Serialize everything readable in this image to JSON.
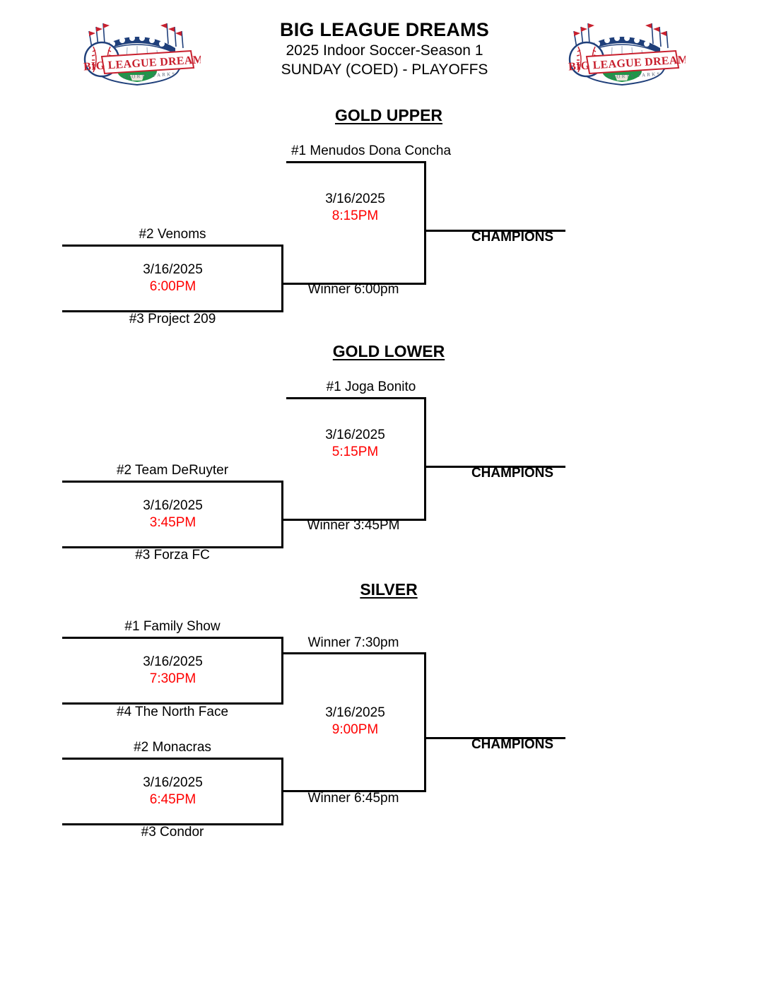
{
  "header": {
    "title": "BIG LEAGUE DREAMS",
    "subtitle_1": "2025 Indoor Soccer-Season 1",
    "subtitle_2": "SUNDAY (COED) - PLAYOFFS",
    "logo_name": "BIG LEAGUE DREAMS",
    "logo_tagline": "SPORTS PARKS"
  },
  "colors": {
    "time_red": "#ff0000",
    "line_black": "#000000",
    "logo_blue": "#1f3f7a",
    "logo_red": "#c8202e",
    "logo_green": "#1f9648"
  },
  "champions_label": "CHAMPIONS",
  "date": "3/16/2025",
  "divisions": [
    {
      "title": "GOLD UPPER",
      "seeds": {
        "top": "#1 Menudos Dona Concha",
        "upper": "#2 Venoms",
        "lower": "#3 Project 209"
      },
      "semifinal": {
        "date": "3/16/2025",
        "time": "6:00PM",
        "winner_label": "Winner 6:00pm"
      },
      "final": {
        "date": "3/16/2025",
        "time": "8:15PM"
      },
      "champions": "CHAMPIONS"
    },
    {
      "title": "GOLD LOWER",
      "seeds": {
        "top": "#1 Joga Bonito",
        "upper": "#2 Team DeRuyter",
        "lower": "#3 Forza FC"
      },
      "semifinal": {
        "date": "3/16/2025",
        "time": "3:45PM",
        "winner_label": "Winner 3:45PM"
      },
      "final": {
        "date": "3/16/2025",
        "time": "5:15PM"
      },
      "champions": "CHAMPIONS"
    },
    {
      "title": "SILVER",
      "seeds": {
        "sf1_top": "#1 Family Show",
        "sf1_bottom": "#4 The North Face",
        "sf2_top": "#2 Monacras",
        "sf2_bottom": "#3 Condor"
      },
      "semifinal_1": {
        "date": "3/16/2025",
        "time": "7:30PM",
        "winner_label": "Winner 7:30pm"
      },
      "semifinal_2": {
        "date": "3/16/2025",
        "time": "6:45PM",
        "winner_label": "Winner 6:45pm"
      },
      "final": {
        "date": "3/16/2025",
        "time": "9:00PM"
      },
      "champions": "CHAMPIONS"
    }
  ]
}
